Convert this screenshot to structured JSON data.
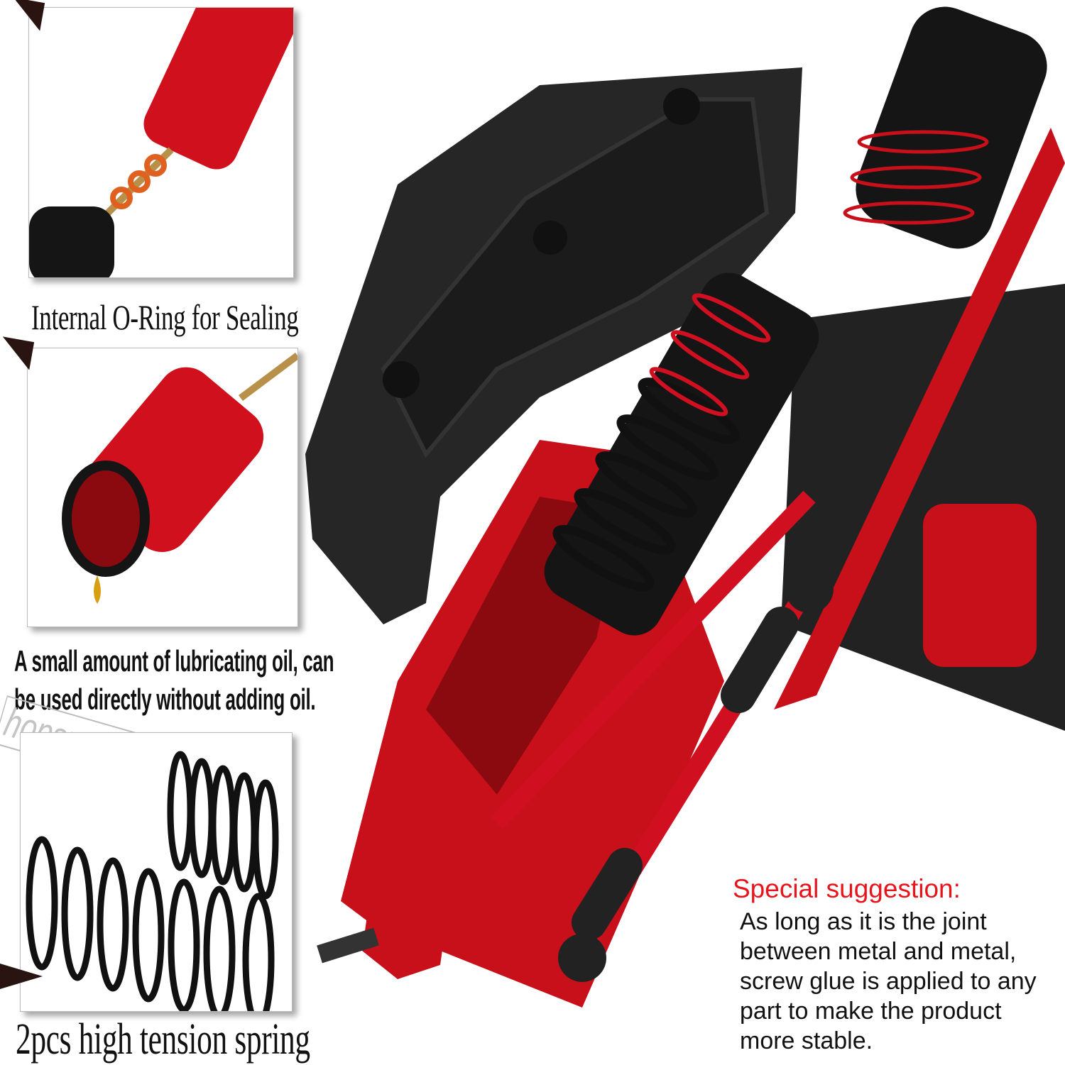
{
  "panels": [
    {
      "caption": "Internal O-Ring for Sealing"
    },
    {
      "caption_lines": [
        "A small amount of lubricating oil, can",
        "be used directly without adding oil."
      ]
    },
    {
      "caption": "2pcs high tension spring"
    }
  ],
  "watermark": "hopsupRC",
  "suggestion": {
    "title": "Special suggestion:",
    "lines": [
      "As long as it is the joint",
      "between metal and metal,",
      "screw glue is applied to any",
      "part to make the product",
      "more stable."
    ]
  },
  "colors": {
    "accent_red": "#e8141c",
    "part_red": "#c8101a",
    "part_black": "#1a1a1a"
  }
}
